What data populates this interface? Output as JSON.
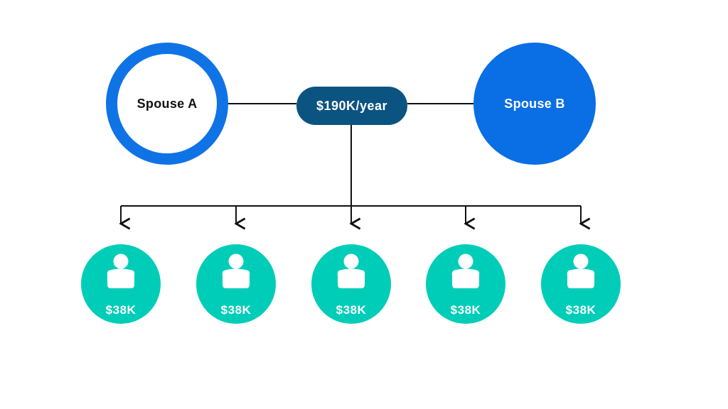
{
  "spouse_a": {
    "label": "Spouse A"
  },
  "spouse_b": {
    "label": "Spouse B"
  },
  "household_income": {
    "label": "$190K/year"
  },
  "children": [
    {
      "share": "$38K"
    },
    {
      "share": "$38K"
    },
    {
      "share": "$38K"
    },
    {
      "share": "$38K"
    },
    {
      "share": "$38K"
    }
  ],
  "icons": {
    "child": "person-icon",
    "connector": "arrow-down-icon"
  },
  "colors": {
    "spouse_ring": "#0f73e6",
    "spouse_fill": "#0a6ee4",
    "income_pill": "#0b5381",
    "child_fill": "#00cdb8",
    "line": "#111111"
  }
}
